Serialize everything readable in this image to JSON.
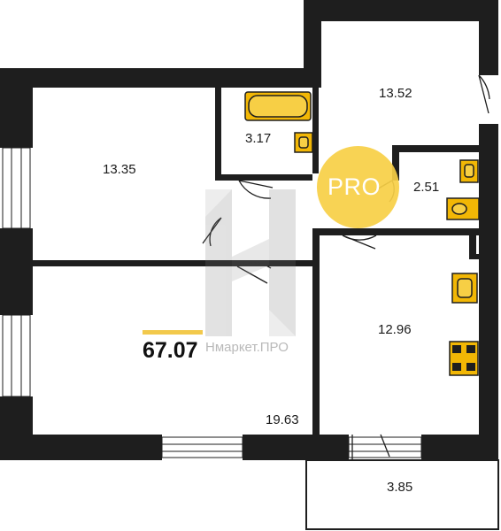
{
  "plan": {
    "total_area": "67.07",
    "rooms": [
      {
        "id": "room-bedroom",
        "area": "13.35"
      },
      {
        "id": "room-bathroom",
        "area": "3.17"
      },
      {
        "id": "room-hall",
        "area": "13.52"
      },
      {
        "id": "room-wc",
        "area": "2.51"
      },
      {
        "id": "room-living",
        "area": "19.63"
      },
      {
        "id": "room-kitchen",
        "area": "12.96"
      },
      {
        "id": "room-balcony",
        "area": "3.85"
      }
    ]
  },
  "branding": {
    "badge": "PRO",
    "watermark": "Нмаркет.ПРО",
    "accent_color": "#f2c94c",
    "fixture_color": "#f2b705",
    "wall_color": "#1e1e1e"
  }
}
